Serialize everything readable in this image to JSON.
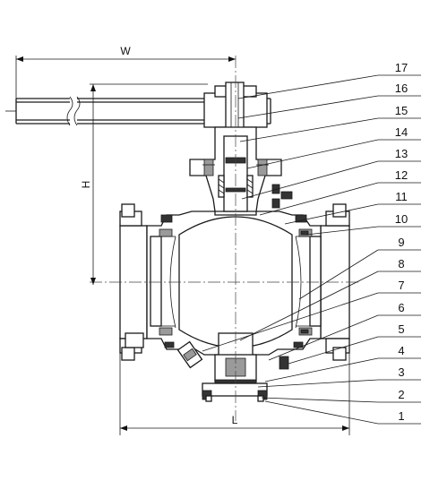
{
  "dimensions": {
    "width_label": "W",
    "height_label": "H",
    "length_label": "L"
  },
  "part_numbers": [
    "17",
    "16",
    "15",
    "14",
    "13",
    "12",
    "11",
    "10",
    "9",
    "8",
    "7",
    "6",
    "5",
    "4",
    "3",
    "2",
    "1"
  ]
}
